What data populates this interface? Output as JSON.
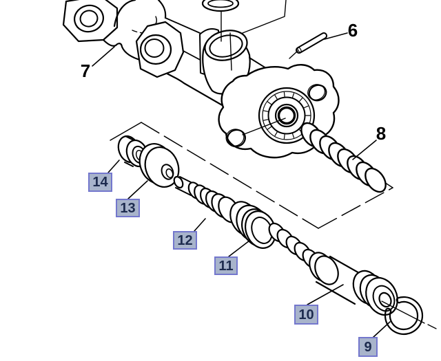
{
  "diagram": {
    "type": "exploded-parts-diagram",
    "background": "#ffffff",
    "line_color": "#000000",
    "callout_box_style": {
      "fill": "#a8b4cb",
      "border": "#7377cd",
      "text_color": "#1d2b4e"
    },
    "callouts": {
      "plain": [
        {
          "text": "6"
        },
        {
          "text": "7"
        },
        {
          "text": "8"
        }
      ],
      "boxed": [
        {
          "text": "9"
        },
        {
          "text": "10"
        },
        {
          "text": "11"
        },
        {
          "text": "12"
        },
        {
          "text": "13"
        },
        {
          "text": "14"
        }
      ]
    }
  }
}
